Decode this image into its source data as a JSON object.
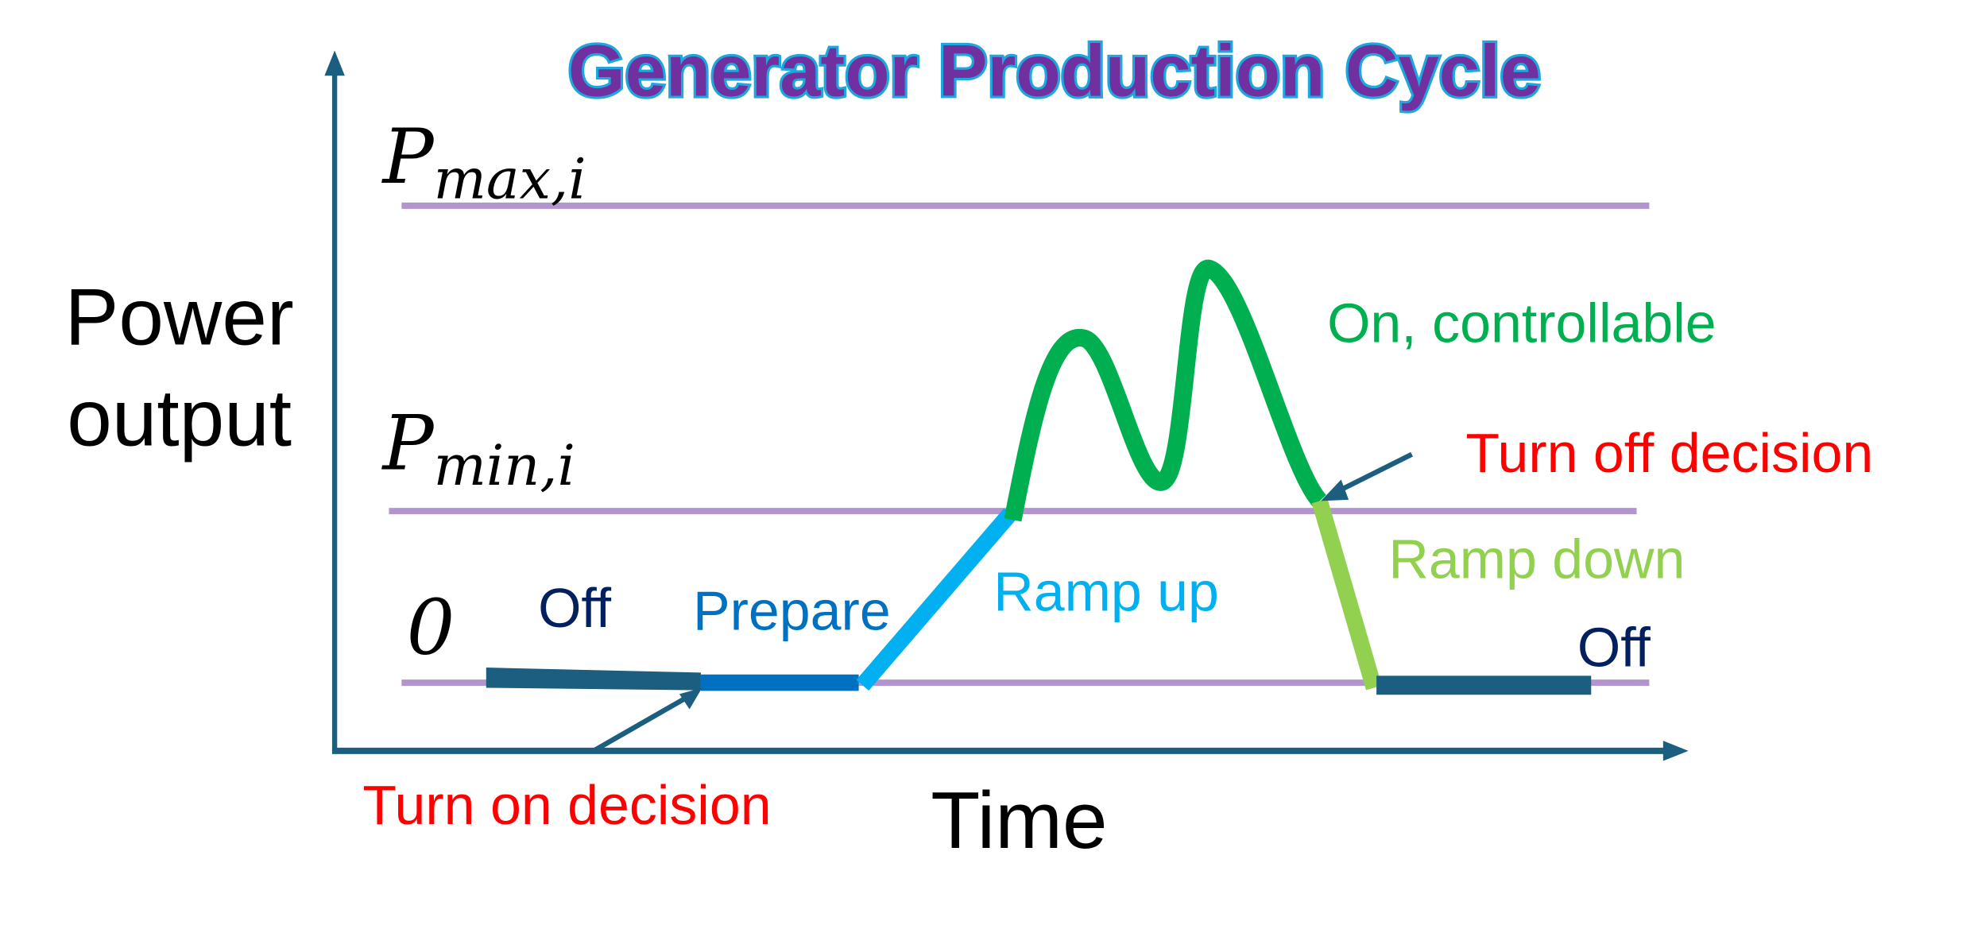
{
  "title": "Generator Production Cycle",
  "axes": {
    "y_label_line1": "Power",
    "y_label_line2": "output",
    "x_label": "Time"
  },
  "levels": {
    "pmax": {
      "base": "P",
      "sub": "max,i"
    },
    "pmin": {
      "base": "P",
      "sub": "min,i"
    },
    "zero": "0"
  },
  "phases": {
    "off_start": "Off",
    "prepare": "Prepare",
    "ramp_up": "Ramp up",
    "on_controllable": "On, controllable",
    "ramp_down": "Ramp down",
    "off_end": "Off"
  },
  "annotations": {
    "turn_on": "Turn on decision",
    "turn_off": "Turn off decision"
  },
  "colors": {
    "title_fill": "#7030A0",
    "title_stroke": "#1CA7DE",
    "axis": "#1B5E80",
    "level_line": "#B294CF",
    "off": "#1B5E80",
    "off_text": "#002060",
    "prepare": "#0070C0",
    "ramp_up": "#00B0F0",
    "on": "#00B050",
    "ramp_down": "#92D050",
    "decision": "#FF0000"
  }
}
